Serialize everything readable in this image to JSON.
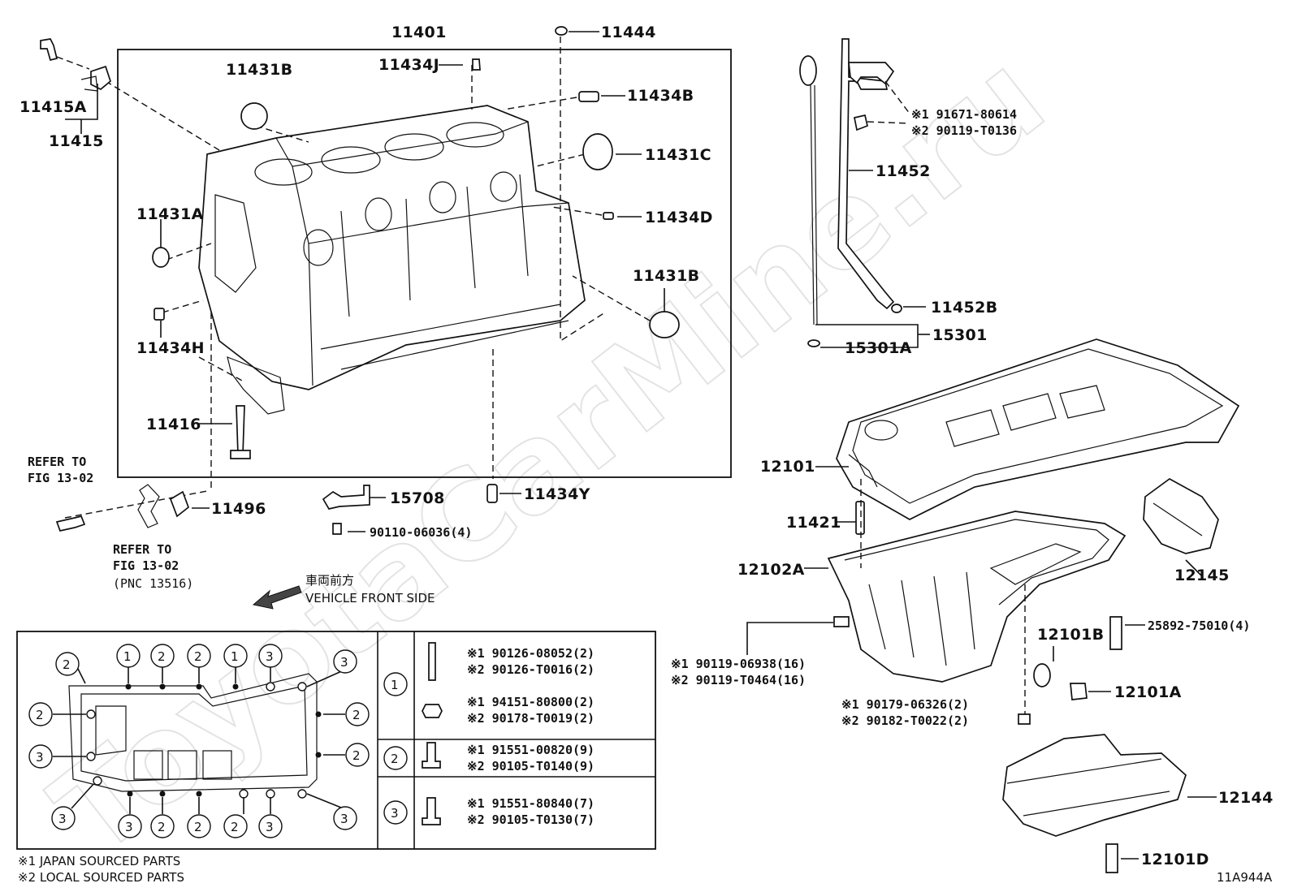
{
  "labels": {
    "block": "11401",
    "plug_top": "11444",
    "plug_j": "11434J",
    "plug_31b_top": "11431B",
    "plug_34b": "11434B",
    "plug_31c": "11431C",
    "plug_31a": "11431A",
    "plug_34d": "11434D",
    "plug_31b_side": "11431B",
    "plug_34h": "11434H",
    "drain_15a": "11415A",
    "drain_15": "11415",
    "stud_16": "11416",
    "gasket_96": "11496",
    "pipe_08": "15708",
    "pin_34y": "11434Y",
    "bolt_90110": "90110-06036(4)",
    "refer1_a": "REFER TO",
    "refer1_b": "FIG 13-02",
    "refer2_a": "REFER TO",
    "refer2_b": "FIG 13-02",
    "refer2_c": "(PNC 13516)",
    "front_jp": "車両前方",
    "front_en": "VEHICLE FRONT SIDE",
    "guide_bolt_1": "※1  91671-80614",
    "guide_bolt_2": "※2  90119-T0136",
    "guide_52": "11452",
    "oring_52b": "11452B",
    "gauge_01": "15301",
    "gauge_01a": "15301A",
    "pan_101": "12101",
    "stud_21": "11421",
    "pan_102a": "12102A",
    "baffle_45": "12145",
    "gasket_101b": "12101B",
    "plug_101a": "12101A",
    "bolt_25892": "25892-75010(4)",
    "bolt_pan_1": "※1  90119-06938(16)",
    "bolt_pan_2": "※2  90119-T0464(16)",
    "nut_pan_1": "※1  90179-06326(2)",
    "nut_pan_2": "※2  90182-T0022(2)",
    "cover_44": "12144",
    "bolt_101d": "12101D",
    "diagram_id": "11A944A"
  },
  "notes": {
    "japan": "※1  JAPAN SOURCED PARTS",
    "local": "※2  LOCAL SOURCED PARTS"
  },
  "legend_table": [
    {
      "num": "1",
      "parts": [
        {
          "jp": "※1  90126-08052(2)",
          "local": "※2  90126-T0016(2)"
        },
        {
          "jp": "※1  94151-80800(2)",
          "local": "※2  90178-T0019(2)"
        }
      ]
    },
    {
      "num": "2",
      "parts": [
        {
          "jp": "※1  91551-00820(9)",
          "local": "※2  90105-T0140(9)"
        }
      ]
    },
    {
      "num": "3",
      "parts": [
        {
          "jp": "※1  91551-80840(7)",
          "local": "※2  90105-T0130(7)"
        }
      ]
    }
  ],
  "callouts": {
    "top": [
      "2",
      "1",
      "2",
      "2",
      "1",
      "3",
      "3"
    ],
    "left": [
      "2",
      "3",
      "3"
    ],
    "right": [
      "2",
      "2",
      "3"
    ],
    "bottom": [
      "3",
      "2",
      "2",
      "2",
      "3"
    ]
  },
  "watermark": "ToyotaCarMine.ru"
}
